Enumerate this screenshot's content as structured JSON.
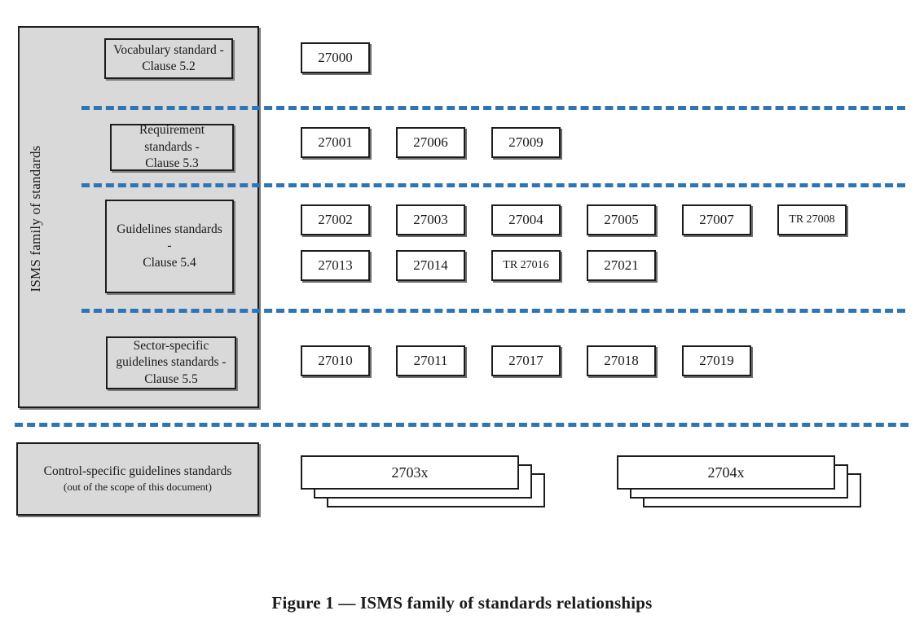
{
  "figure": {
    "caption": "Figure 1 — ISMS family of standards relationships",
    "accent_dash_color": "#2e75b6",
    "panel_fill_color": "#d9d9d9",
    "box_fill_color": "#ffffff",
    "outline_color": "#1c1c1c"
  },
  "family_panel": {
    "vertical_label": "ISMS family of standards",
    "categories": [
      {
        "id": "vocabulary",
        "label": "Vocabulary standard -\nClause 5.2"
      },
      {
        "id": "requirement",
        "label": "Requirement\nstandards -\nClause 5.3"
      },
      {
        "id": "guidelines",
        "label": "Guidelines standards\n-\nClause 5.4"
      },
      {
        "id": "sector",
        "label": "Sector-specific\nguidelines standards -\nClause 5.5"
      }
    ]
  },
  "control_panel": {
    "title": "Control-specific guidelines standards",
    "subtitle": "(out of the scope of this document)"
  },
  "rows": {
    "vocabulary": [
      "27000"
    ],
    "requirement": [
      "27001",
      "27006",
      "27009"
    ],
    "guidelines_row1": [
      "27002",
      "27003",
      "27004",
      "27005",
      "27007",
      "TR 27008"
    ],
    "guidelines_row2": [
      "27013",
      "27014",
      "TR 27016",
      "27021"
    ],
    "sector": [
      "27010",
      "27011",
      "27017",
      "27018",
      "27019"
    ]
  },
  "stacks": [
    {
      "id": "2703x",
      "label": "2703x"
    },
    {
      "id": "2704x",
      "label": "2704x"
    }
  ]
}
